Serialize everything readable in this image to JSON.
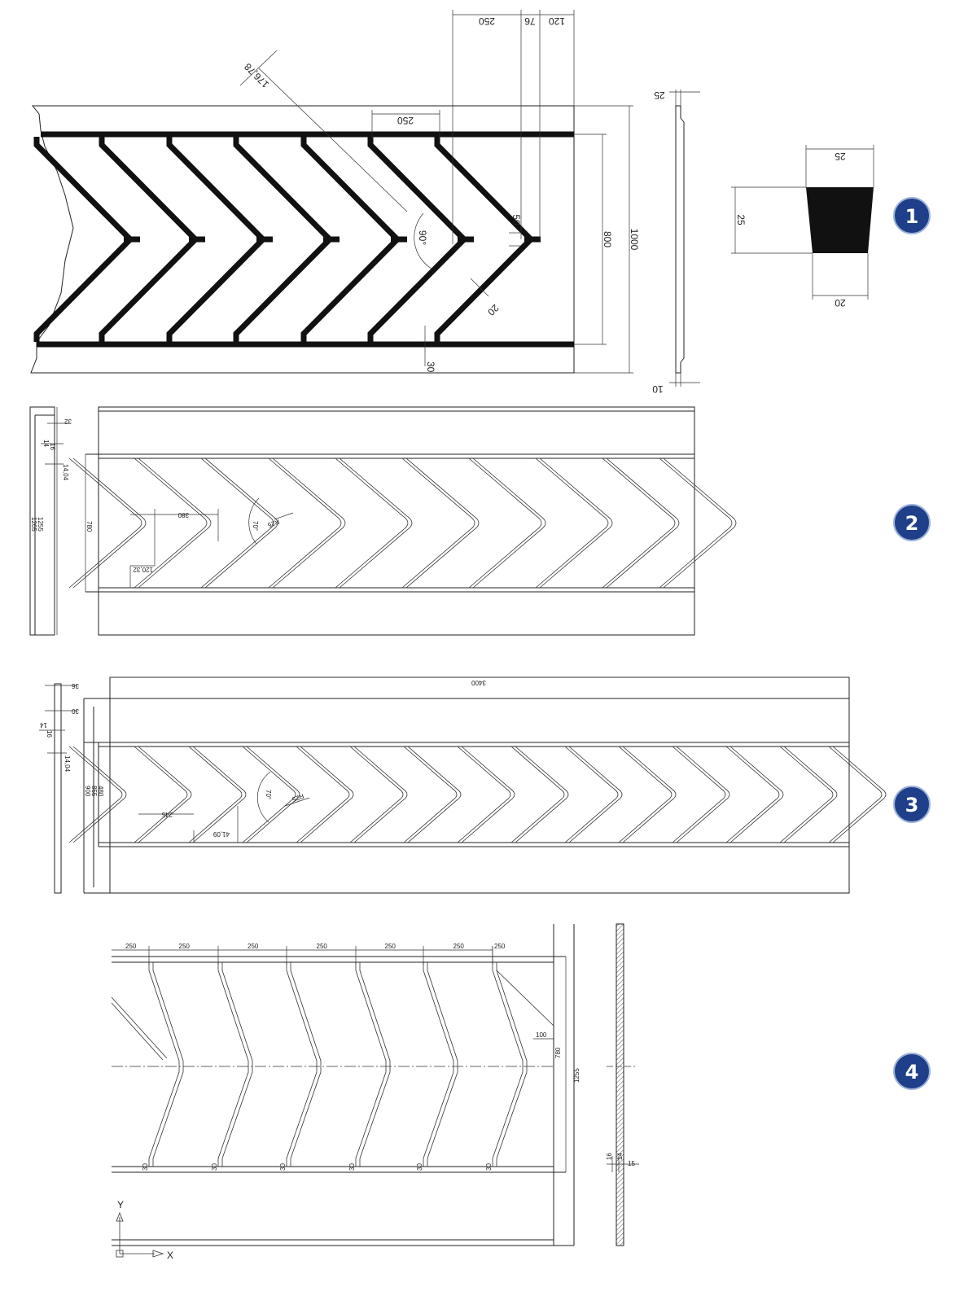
{
  "badges": [
    "1",
    "2",
    "3",
    "4"
  ],
  "colors": {
    "badge": "#1f3f8a",
    "line": "#222222"
  },
  "drawing1": {
    "dims": {
      "top_250": "250",
      "top_76": "76",
      "top_120": "120",
      "inner_250": "250",
      "diag": "176,78",
      "angle": "90°",
      "d50": "50",
      "d20": "20",
      "d30": "30",
      "h800": "800",
      "h1000": "1000",
      "side_25": "25",
      "side_10": "10"
    },
    "section": {
      "top": "25",
      "height": "25",
      "bottom": "20"
    }
  },
  "drawing2": {
    "dims": {
      "d32": "32",
      "d14": "14",
      "d16": "16",
      "d1404": "14,04",
      "d1255": "1255",
      "d1265": "1265",
      "d780": "780",
      "d380": "380",
      "angle": "70°",
      "radius": "R25",
      "d12032": "120,32"
    }
  },
  "drawing3": {
    "dims": {
      "d3400": "3400",
      "d36": "36",
      "d30": "30",
      "d14": "14",
      "d16": "16",
      "d1404": "14,04",
      "d900": "900",
      "d855": "855",
      "d480": "480",
      "d245": "245",
      "angle": "70°",
      "radius": "R25",
      "d4109": "41,09"
    }
  },
  "drawing4": {
    "pitch": [
      "250",
      "250",
      "250",
      "250",
      "250",
      "250",
      "250"
    ],
    "d100": "100",
    "d780": "780",
    "d1255": "1255",
    "cleat": [
      "30",
      "30",
      "30",
      "30",
      "30",
      "30"
    ],
    "side": {
      "d16": "16",
      "d14": "14",
      "d15": "15"
    },
    "axes": {
      "y": "Y",
      "x": "X"
    }
  }
}
